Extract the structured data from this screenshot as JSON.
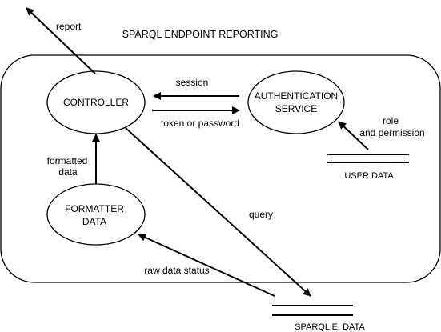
{
  "diagram": {
    "title": "SPARQL ENDPOINT REPORTING",
    "nodes": {
      "controller": {
        "label": "CONTROLLER"
      },
      "auth": {
        "line1": "AUTHENTICATION",
        "line2": "SERVICE"
      },
      "formatter": {
        "line1": "FORMATTER",
        "line2": "DATA"
      }
    },
    "stores": {
      "user_data": {
        "label": "USER DATA"
      },
      "sparql_data": {
        "label": "SPARQL E. DATA"
      }
    },
    "edges": {
      "report": "report",
      "session": "session",
      "token": "token or password",
      "role_line1": "role",
      "role_line2": "and permission",
      "formatted_line1": "formatted",
      "formatted_line2": "data",
      "query": "query",
      "raw_data": "raw data status"
    }
  }
}
